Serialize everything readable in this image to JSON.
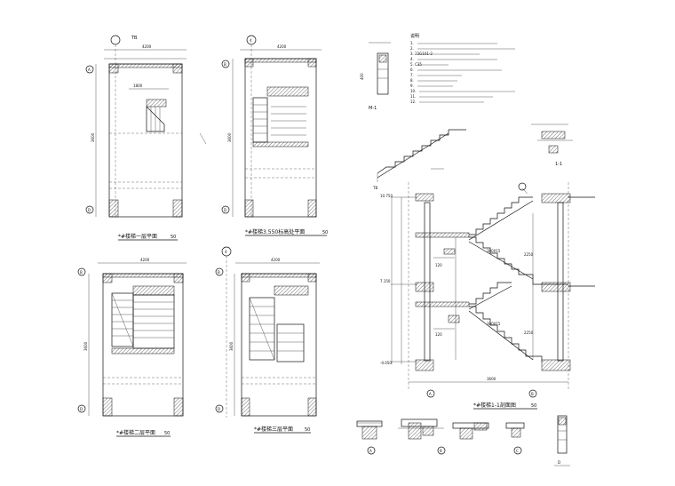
{
  "plans": {
    "p1": {
      "title": "*#楼梯一层平面",
      "scale": "50",
      "grid_top": "",
      "grid_a": "A",
      "grid_b": "D",
      "width": "4200"
    },
    "p2": {
      "title": "*#楼梯3.550标高处平面",
      "scale": "50",
      "grid_top": "4",
      "grid_a": "B",
      "grid_b": "D",
      "width": "4200"
    },
    "p3": {
      "title": "*#楼梯二层平面",
      "scale": "50",
      "grid_top": "",
      "grid_a": "B",
      "grid_b": "D",
      "width": "4200"
    },
    "p4": {
      "title": "*#楼梯三层平面",
      "scale": "50",
      "grid_top": "4",
      "grid_a": "B",
      "grid_b": "D",
      "width": "4200"
    }
  },
  "notes": {
    "title": "说明",
    "lines": [
      "1.",
      "2.",
      "3.                            22G101-2",
      "4.",
      "5.         C35",
      "6.",
      "7.",
      "8.",
      "9.",
      "10.",
      "11.",
      "12."
    ]
  },
  "section": {
    "title": "*#楼梯1-1剖面图",
    "scale": "50",
    "grid_left": "A",
    "grid_right": "B",
    "cut_label": "1-1"
  },
  "details": {
    "a": "A",
    "b": "B",
    "c": "C",
    "d": "D"
  },
  "small_labels": {
    "tb": "TB",
    "l1": "1-1",
    "m1": "M-1"
  }
}
